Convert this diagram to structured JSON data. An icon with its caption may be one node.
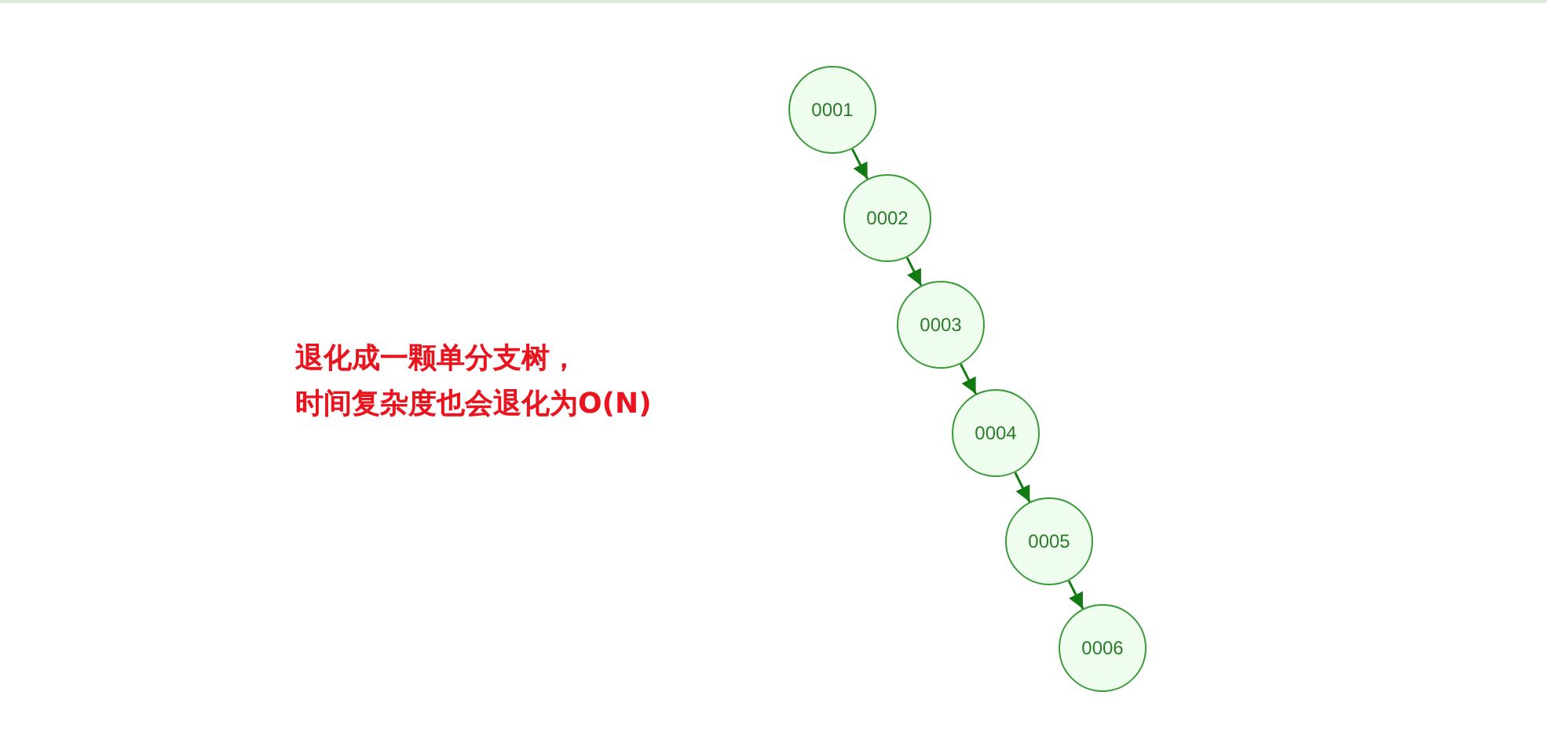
{
  "diagram": {
    "nodes": [
      {
        "text": [
          "0001"
        ]
      },
      {
        "text": [
          "0002"
        ]
      },
      {
        "text": [
          "0003"
        ]
      },
      {
        "text": [
          "0004"
        ]
      },
      {
        "text": [
          "0005"
        ]
      },
      {
        "text": [
          "0006"
        ]
      }
    ],
    "edges": [
      {
        "from": 0,
        "to": 1,
        "arrow": "to"
      },
      {
        "from": 1,
        "to": 2,
        "arrow": "to"
      },
      {
        "from": 2,
        "to": 3,
        "arrow": "to"
      },
      {
        "from": 3,
        "to": 4,
        "arrow": "to"
      },
      {
        "from": 4,
        "to": 5,
        "arrow": "to"
      }
    ],
    "labels": [
      "退化成一颗单分支树，",
      "时间复杂度也会退化为O(N)"
    ]
  }
}
